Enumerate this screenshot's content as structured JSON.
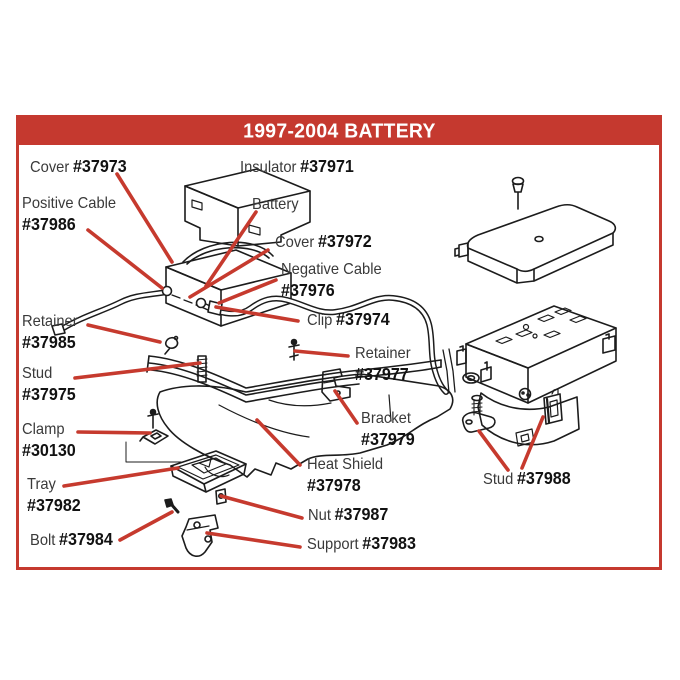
{
  "header": {
    "title": "1997-2004 BATTERY"
  },
  "colors": {
    "accent_red": "#c5392f",
    "line_red": "#c63a2e",
    "ink": "#1c1c1c",
    "label_text": "#3a3a3a"
  },
  "labels": {
    "cover_top": {
      "name": "Cover",
      "number": "#37973"
    },
    "insulator": {
      "name": "Insulator",
      "number": "#37971"
    },
    "positive_cable": {
      "name": "Positive Cable",
      "number": "#37986"
    },
    "battery": {
      "name": "Battery",
      "number": ""
    },
    "cover_lower": {
      "name": "Cover",
      "number": "#37972"
    },
    "negative_cable": {
      "name": "Negative Cable",
      "number": "#37976"
    },
    "clip": {
      "name": "Clip",
      "number": "#37974"
    },
    "retainer_left": {
      "name": "Retainer",
      "number": "#37985"
    },
    "stud_left": {
      "name": "Stud",
      "number": "#37975"
    },
    "retainer_right": {
      "name": "Retainer",
      "number": "#37977"
    },
    "bracket": {
      "name": "Bracket",
      "number": "#37979"
    },
    "clamp": {
      "name": "Clamp",
      "number": "#30130"
    },
    "heat_shield": {
      "name": "Heat Shield",
      "number": "#37978"
    },
    "tray": {
      "name": "Tray",
      "number": "#37982"
    },
    "nut": {
      "name": "Nut",
      "number": "#37987"
    },
    "bolt": {
      "name": "Bolt",
      "number": "#37984"
    },
    "support": {
      "name": "Support",
      "number": "#37983"
    },
    "stud_right": {
      "name": "Stud",
      "number": "#37988"
    }
  }
}
